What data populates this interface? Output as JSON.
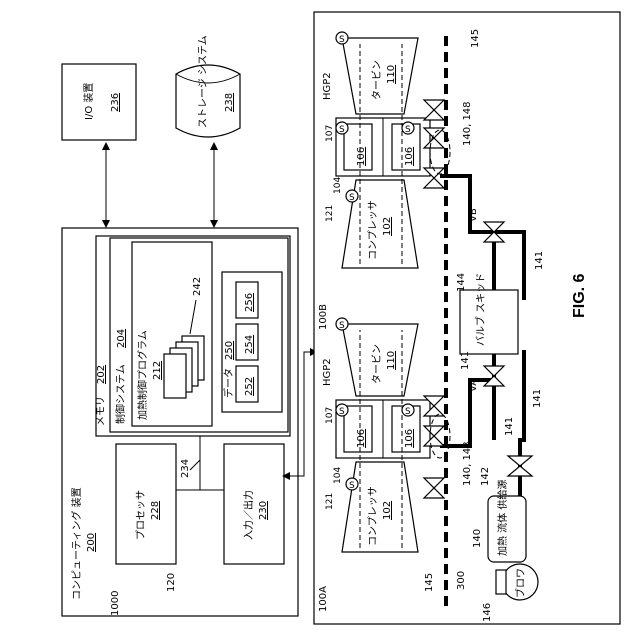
{
  "figure_label": "FIG. 6",
  "system_ref": "1000",
  "computing_device": {
    "title": "コンピューティング 装置",
    "ref": "200",
    "lead_ref": "120"
  },
  "memory": {
    "title": "メモリ",
    "ref": "202"
  },
  "control_system": {
    "title": "制御システム",
    "ref": "204"
  },
  "heating_program": {
    "title": "加熱制御プログラム",
    "ref": "212"
  },
  "program_stack_ref": "242",
  "data": {
    "title": "データ",
    "ref": "250",
    "items": [
      "256",
      "254",
      "252"
    ]
  },
  "processor": {
    "title": "プロセッサ",
    "ref": "228"
  },
  "bus_ref": "234",
  "io": {
    "title": "入力／出力",
    "ref": "230"
  },
  "io_device": {
    "title": "I/O 装置",
    "ref": "236"
  },
  "storage": {
    "title": "ストレージ システム",
    "ref": "238"
  },
  "units": [
    {
      "ref": "100A",
      "compressor": {
        "title": "コンプレッサ",
        "ref": "102"
      },
      "turbine": {
        "title": "タービン",
        "ref": "110"
      },
      "hgp": "HGP2",
      "sensor_ref": "121",
      "casing_ref": "107",
      "combustor_ref": "106",
      "s_label": "S",
      "sensor_refs": [
        "104"
      ]
    },
    {
      "ref": "100B",
      "compressor": {
        "title": "コンプレッサ",
        "ref": "102"
      },
      "turbine": {
        "title": "タービン",
        "ref": "110"
      },
      "hgp": "HGP2",
      "sensor_ref": "121",
      "casing_ref": "107",
      "combustor_ref": "106",
      "s_label": "S",
      "sensor_refs": [
        "104"
      ]
    }
  ],
  "valve_skid": {
    "title": "バルブ スキッド",
    "ref": "144"
  },
  "heated_fluid_supply": {
    "title": "加熱 流体 供給源",
    "ref": "140"
  },
  "blower": {
    "title": "ブロワ",
    "ref": "146"
  },
  "refs": {
    "r145_top": "145",
    "r145_bot": "145",
    "r140_148": "140, 148",
    "r140_148_b": "140, 148",
    "vb": "VB",
    "va": "VA",
    "r141_a": "141",
    "r141_b": "141",
    "r141_c": "141",
    "r141_d": "141",
    "r142": "142",
    "r140_c": "140",
    "r300": "300"
  }
}
